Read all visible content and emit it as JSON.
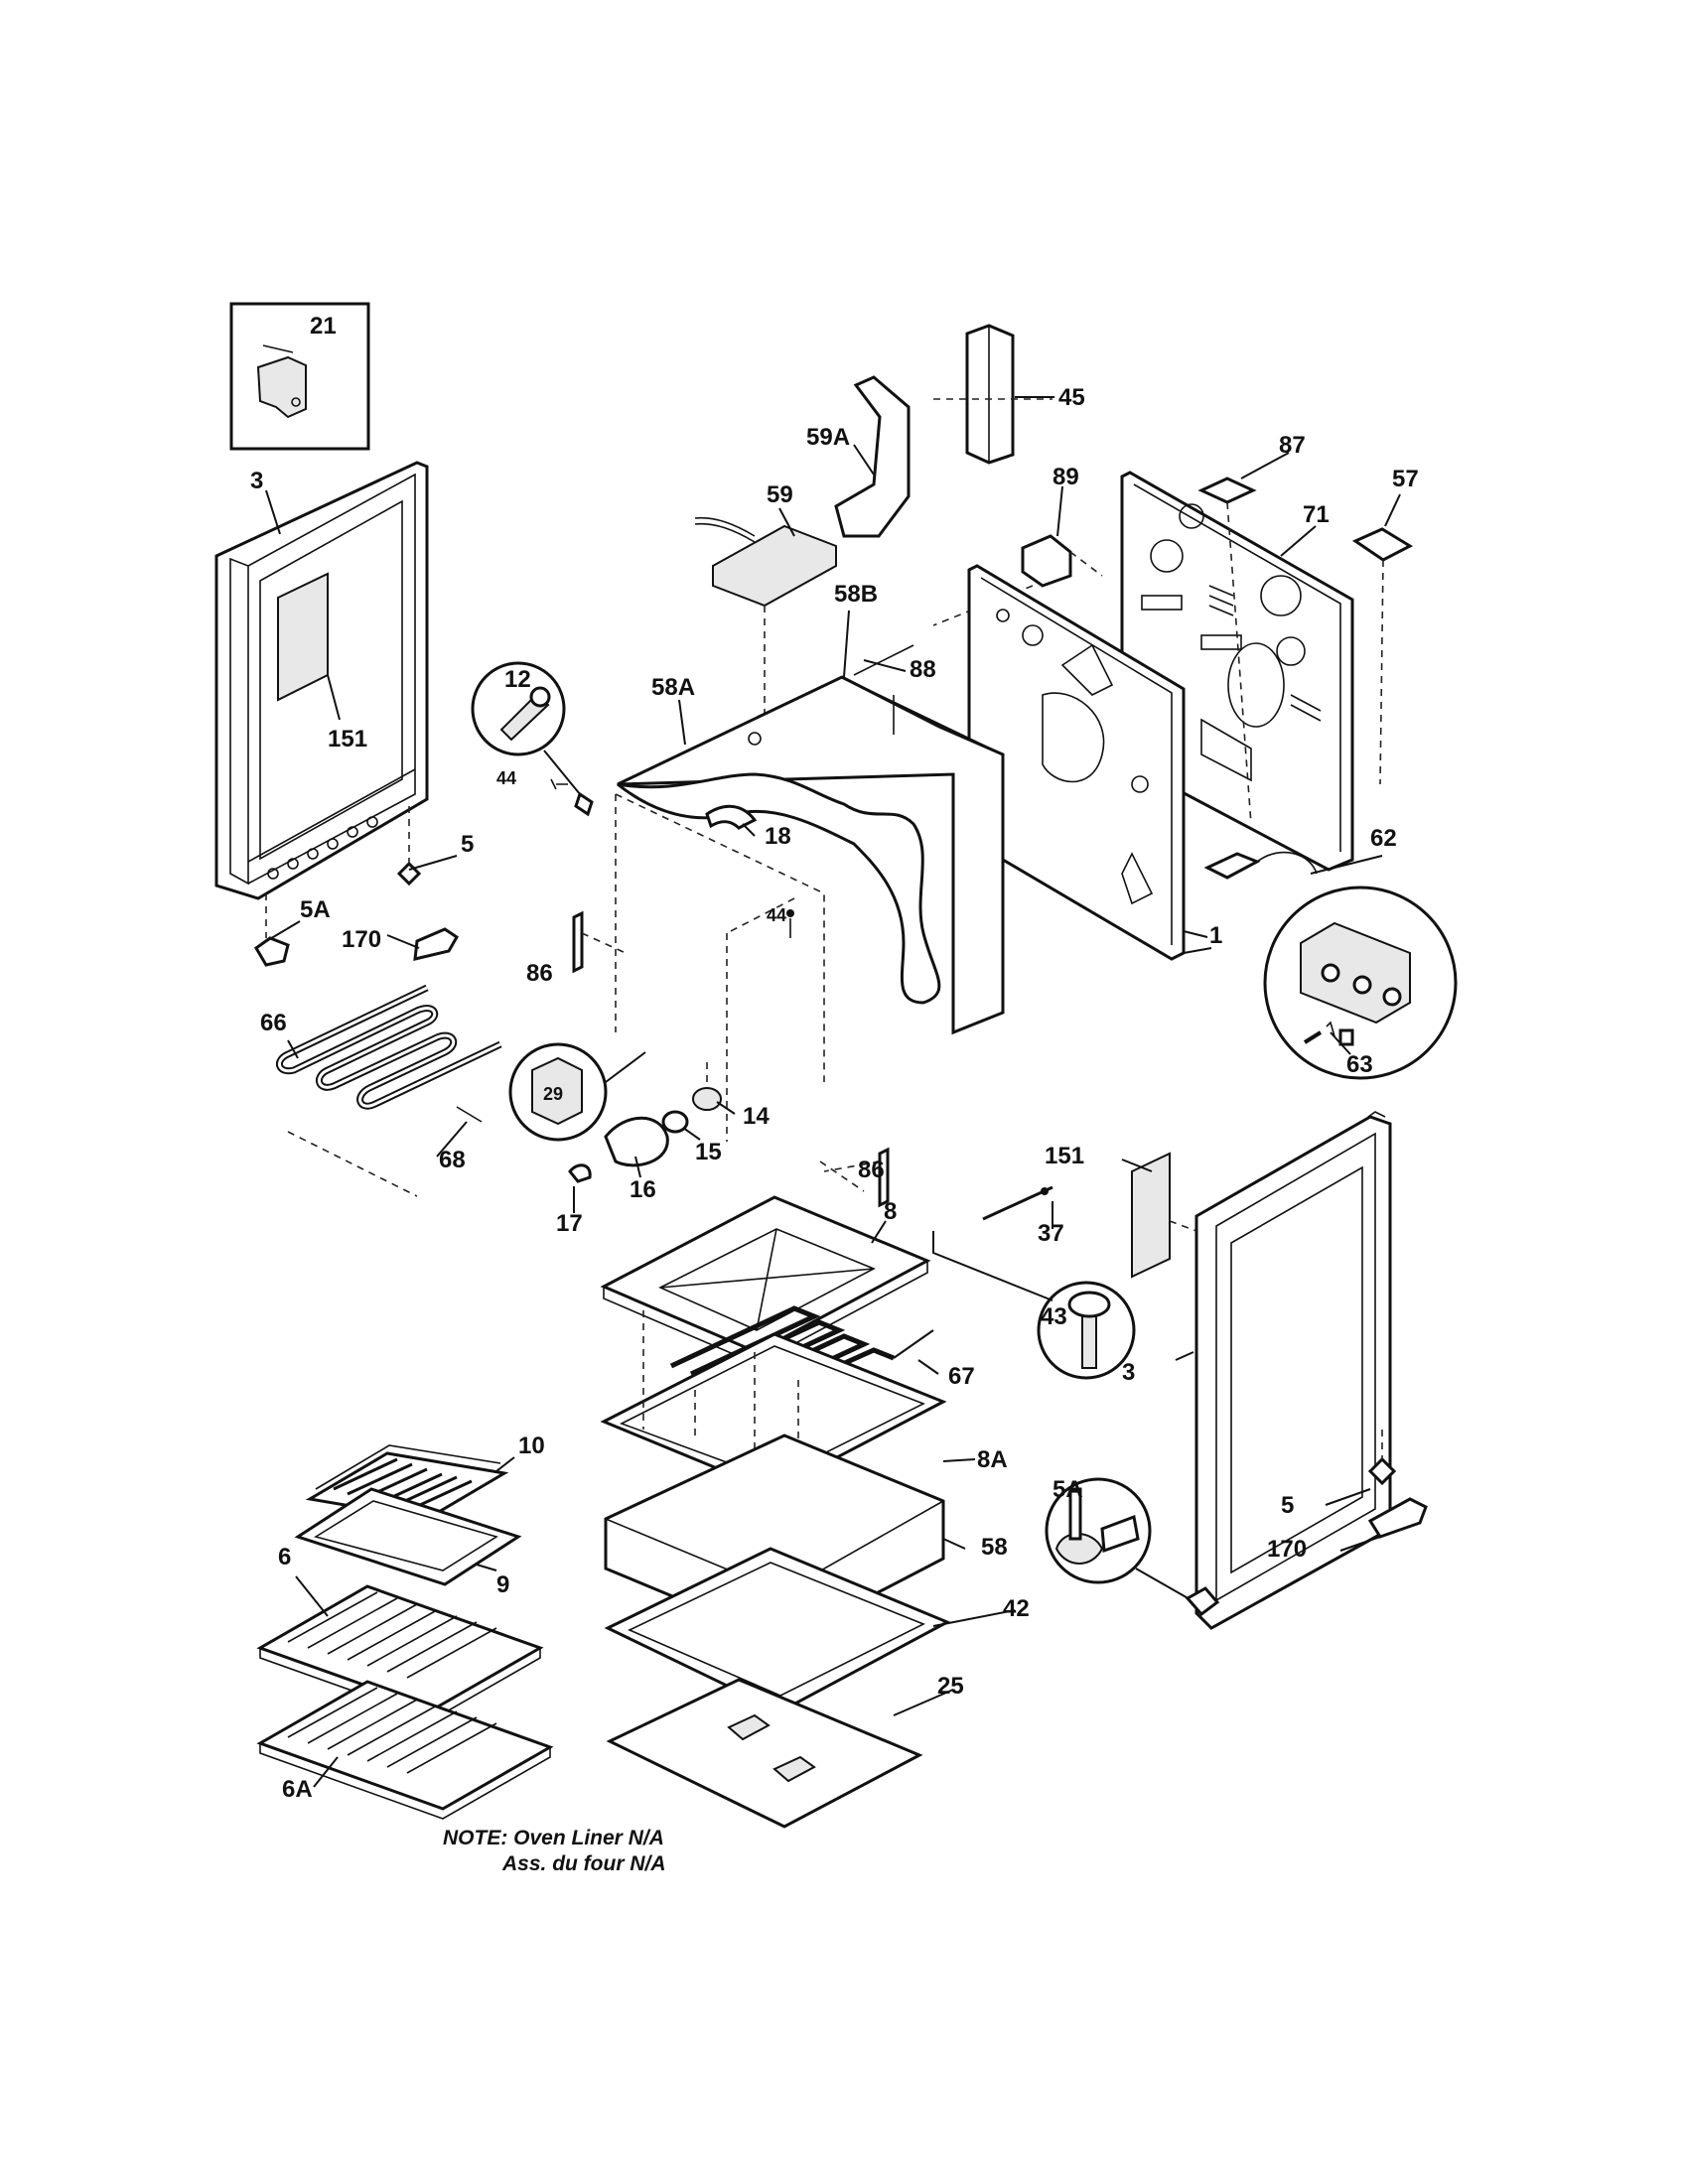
{
  "labels": {
    "p21": "21",
    "p45": "45",
    "p59A": "59A",
    "p87": "87",
    "p57": "57",
    "p3_left": "3",
    "p59": "59",
    "p89": "89",
    "p71": "71",
    "p58B": "58B",
    "p88": "88",
    "p12": "12",
    "p58A": "58A",
    "p151_left": "151",
    "p44_a": "44",
    "p18": "18",
    "p5_left": "5",
    "p62": "62",
    "p5A_left": "5A",
    "p170_left": "170",
    "p86_a": "86",
    "p44_b": "44",
    "p1": "1",
    "p63": "63",
    "p66": "66",
    "p29": "29",
    "p14": "14",
    "p15": "15",
    "p68": "68",
    "p86_b": "86",
    "p16": "16",
    "p151_right": "151",
    "p17": "17",
    "p8": "8",
    "p37": "37",
    "p43": "43",
    "p3_right": "3",
    "p67": "67",
    "p10": "10",
    "p8A": "8A",
    "p5A_right": "5A",
    "p5_right": "5",
    "p58": "58",
    "p6": "6",
    "p9": "9",
    "p170_right": "170",
    "p42": "42",
    "p25": "25",
    "p6A": "6A"
  },
  "note": {
    "line1": "NOTE: Oven Liner N/A",
    "line2": "Ass. du four N/A"
  }
}
